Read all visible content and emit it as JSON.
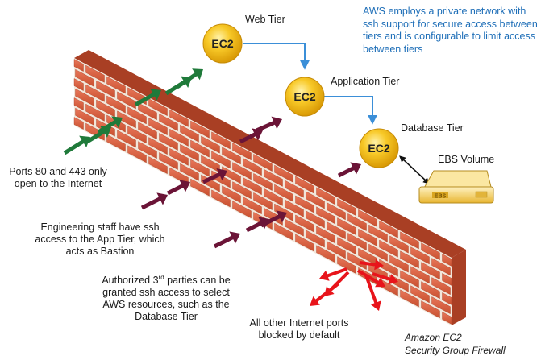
{
  "note": "AWS employs a private network with ssh support for secure access between tiers and is configurable to limit access between tiers",
  "tiers": {
    "web": {
      "title": "Web Tier",
      "node": "EC2"
    },
    "app": {
      "title": "Application Tier",
      "node": "EC2"
    },
    "db": {
      "title": "Database Tier",
      "node": "EC2"
    }
  },
  "ebs": {
    "title": "EBS Volume",
    "badge": "EBS"
  },
  "labels": {
    "ports_open": "Ports 80 and 443 only open to the Internet",
    "engineering": "Engineering staff have ssh access to the App Tier, which acts as Bastion",
    "third_parties_prefix": "Authorized 3",
    "third_parties_sup": "rd",
    "third_parties_rest": " parties can be granted ssh access to select AWS resources, such as the Database Tier",
    "blocked": "All other Internet ports blocked by default"
  },
  "footer": {
    "line1": "Amazon EC2",
    "line2": "Security Group Firewall"
  },
  "colors": {
    "brick": "#d8623f",
    "brick_dark": "#a93f24",
    "mortar": "#f2e6da",
    "green_arrow": "#1f7a3a",
    "purple_arrow": "#6b1437",
    "red_arrow": "#e8141b",
    "tier_line": "#3b8fd8",
    "node_fill": "#f5b914"
  }
}
